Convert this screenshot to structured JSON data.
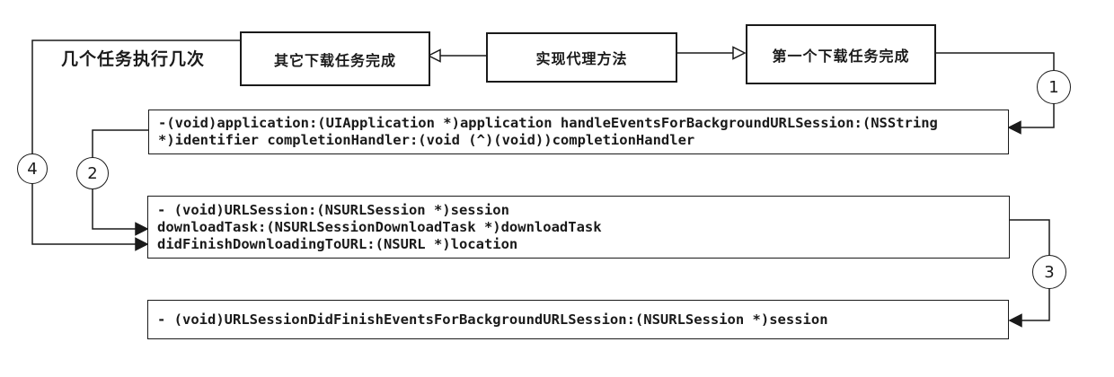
{
  "top_label": "几个任务执行几次",
  "flow_boxes": {
    "other_tasks": "其它下载任务完成",
    "delegate_method": "实现代理方法",
    "first_task": "第一个下载任务完成"
  },
  "step_circles": {
    "one": "1",
    "two": "2",
    "three": "3",
    "four": "4"
  },
  "code_boxes": {
    "handle_events": "-(void)application:(UIApplication *)application handleEventsForBackgroundURLSession:(NSString\n*)identifier completionHandler:(void (^)(void))completionHandler",
    "download_finish": "- (void)URLSession:(NSURLSession *)session\ndownloadTask:(NSURLSessionDownloadTask *)downloadTask\ndidFinishDownloadingToURL:(NSURL *)location",
    "background_finish": "- (void)URLSessionDidFinishEventsForBackgroundURLSession:(NSURLSession *)session"
  },
  "colors": {
    "stroke": "#1a1a1a",
    "background": "#ffffff"
  }
}
